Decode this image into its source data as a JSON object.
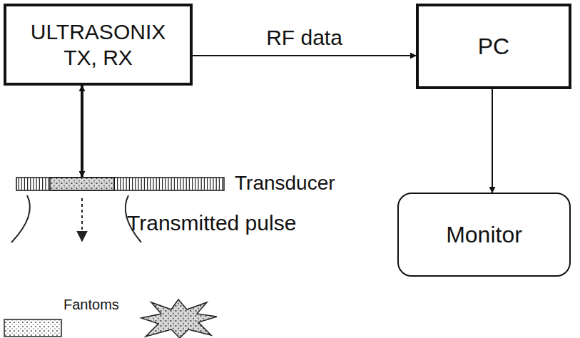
{
  "diagram": {
    "nodes": [
      {
        "text": [
          "ULTRASONIX TX, RX"
        ]
      },
      {
        "text": [
          "PC"
        ]
      },
      {
        "text": [
          "Monitor"
        ]
      },
      {
        "text": [
          "Transducer"
        ]
      }
    ],
    "edges": [
      {
        "from": 0,
        "to": 1,
        "label": "RF data",
        "arrow": "to"
      },
      {
        "from": 1,
        "to": 2,
        "arrow": "to"
      },
      {
        "from": 0,
        "to": 3,
        "arrow": "both"
      }
    ],
    "labels": [
      "Transmitted pulse",
      "Fantoms"
    ]
  }
}
